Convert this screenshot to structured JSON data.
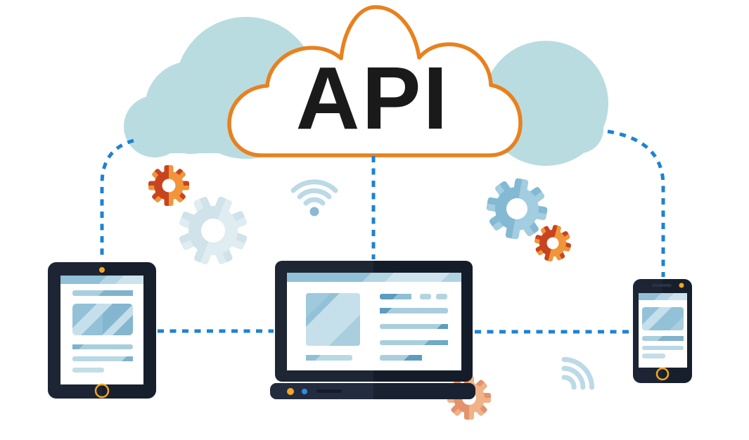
{
  "title": "API cloud connectivity illustration",
  "background_color": "#ffffff",
  "cloud": {
    "label": "API",
    "label_color": "#1a1a1a",
    "outline_color": "#e8811e",
    "fill_color": "#ffffff",
    "back_cloud_color": "#b9dce0"
  },
  "connections": {
    "line_color": "#1e82d2",
    "line_style": "dashed",
    "links": [
      "cloud-to-tablet",
      "cloud-to-laptop",
      "cloud-to-phone",
      "tablet-to-laptop",
      "laptop-to-phone"
    ]
  },
  "devices": {
    "tablet": {
      "body_color": "#1d2534",
      "screen_color": "#ffffff",
      "camera_dot_color": "#f5a623",
      "home_button_color": "#f5a623",
      "content_color": "#8fc0d6"
    },
    "laptop": {
      "body_color": "#1e2634",
      "base_color": "#232c3e",
      "screen_color": "#ffffff",
      "power_dot_color": "#f5a623",
      "status_dot_color": "#2d8fd9",
      "content_color": "#8fc0d6"
    },
    "phone": {
      "body_color": "#1d2534",
      "screen_color": "#ffffff",
      "camera_dot_color": "#f5a623",
      "home_button_color": "#f5a623",
      "content_color": "#8fc0d6"
    }
  },
  "icons": {
    "gears": [
      {
        "name": "gear-small-orange-left",
        "colors": [
          "#c8441f",
          "#f0953a"
        ]
      },
      {
        "name": "gear-large-pale-left",
        "colors": [
          "#d0e2ea",
          "#dfecf1"
        ]
      },
      {
        "name": "gear-large-blue-right",
        "colors": [
          "#84b9d3",
          "#a3cde0"
        ]
      },
      {
        "name": "gear-small-orange-right",
        "colors": [
          "#c8441f",
          "#f0953a"
        ]
      },
      {
        "name": "gear-salmon-bottom",
        "colors": [
          "#e3926b",
          "#f0b286"
        ]
      }
    ],
    "wifi": [
      {
        "name": "wifi-icon-center",
        "arc_color": "#bcd9e7",
        "dot_color": "#8cb8d4"
      },
      {
        "name": "wifi-icon-right",
        "arc_color": "#bcd9e7"
      }
    ]
  }
}
